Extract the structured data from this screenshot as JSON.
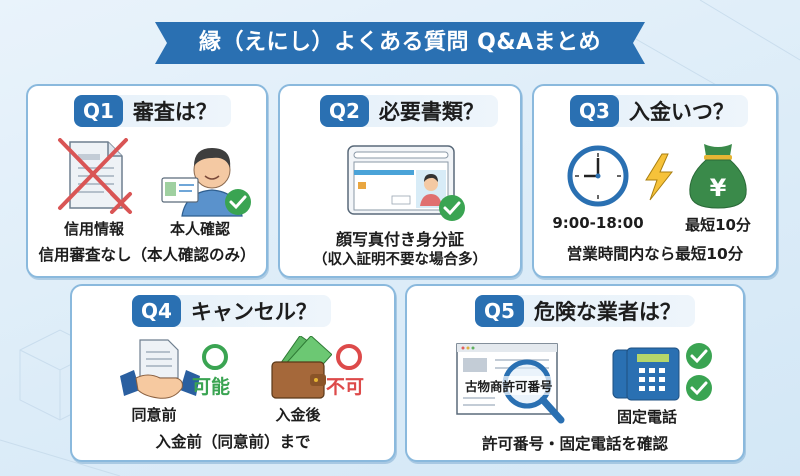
{
  "header": {
    "title": "縁（えにし）よくある質問 Q&Aまとめ"
  },
  "colors": {
    "accent": "#2a70b2",
    "border": "#8ab9dd",
    "ok_green": "#3aa452",
    "ng_red": "#dd4a4a",
    "bg": "#e2eff9"
  },
  "cards": [
    {
      "badge": "Q1",
      "question": "審査は？",
      "items": [
        {
          "icon": "crossed-out-document-icon",
          "label": "信用情報"
        },
        {
          "icon": "person-holding-id-icon",
          "label": "本人確認",
          "status": "check"
        }
      ],
      "summary": "信用審査なし（本人確認のみ）"
    },
    {
      "badge": "Q2",
      "question": "必要書類？",
      "items": [
        {
          "icon": "photo-id-card-icon",
          "label": "顔写真付き身分証",
          "status": "check"
        }
      ],
      "summary": "（収入証明不要な場合多）"
    },
    {
      "badge": "Q3",
      "question": "入金いつ？",
      "items": [
        {
          "icon": "clock-icon",
          "label": "9:00-18:00"
        },
        {
          "icon": "lightning-icon"
        },
        {
          "icon": "yen-money-bag-icon",
          "label": "最短10分"
        }
      ],
      "summary": "営業時間内なら最短10分"
    },
    {
      "badge": "Q4",
      "question": "キャンセル？",
      "items": [
        {
          "icon": "handshake-icon",
          "label": "同意前",
          "mark": "○",
          "mark_text": "可能"
        },
        {
          "icon": "wallet-icon",
          "label": "入金後",
          "mark": "○",
          "mark_text": "不可"
        }
      ],
      "summary": "入金前（同意前）まで"
    },
    {
      "badge": "Q5",
      "question": "危険な業者は？",
      "items": [
        {
          "icon": "magnifier-on-webpage-icon",
          "label": "古物商許可番号"
        },
        {
          "icon": "desk-phone-icon",
          "label": "固定電話",
          "status": "check"
        }
      ],
      "summary": "許可番号・固定電話を確認"
    }
  ]
}
